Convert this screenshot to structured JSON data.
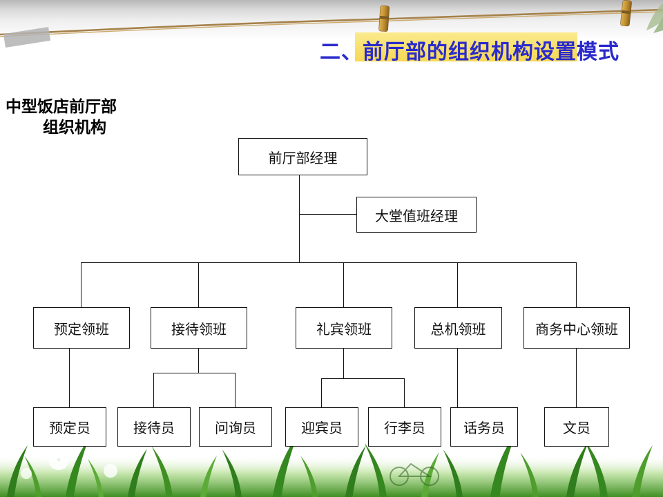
{
  "slide": {
    "title": "二、前厅部的组织机构设置模式",
    "label_line1": "中型饭店前厅部",
    "label_line2": "组织机构"
  },
  "org_chart": {
    "type": "org-tree",
    "root": "前厅部经理",
    "assistant": "大堂值班经理",
    "supervisors": [
      "预定领班",
      "接待领班",
      "礼宾领班",
      "总机领班",
      "商务中心领班"
    ],
    "staff": [
      "预定员",
      "接待员",
      "问询员",
      "迎宾员",
      "行李员",
      "话务员",
      "文员"
    ],
    "links": [
      {
        "from": "前厅部经理",
        "assistant": "大堂值班经理"
      },
      {
        "from": "前厅部经理",
        "to": [
          "预定领班",
          "接待领班",
          "礼宾领班",
          "总机领班",
          "商务中心领班"
        ]
      },
      {
        "from": "预定领班",
        "to": [
          "预定员"
        ]
      },
      {
        "from": "接待领班",
        "to": [
          "接待员",
          "问询员"
        ]
      },
      {
        "from": "礼宾领班",
        "to": [
          "迎宾员",
          "行李员"
        ]
      },
      {
        "from": "总机领班",
        "to": [
          "话务员"
        ]
      },
      {
        "from": "商务中心领班",
        "to": [
          "文员"
        ]
      }
    ]
  },
  "colors": {
    "title_text": "#2a2acc",
    "title_highlight": "#f5d854",
    "box_border": "#141414",
    "box_fill": "#ffffff",
    "rope_brown": "#a5814a",
    "grass_green": "#4f9d2d"
  },
  "icons": {
    "top": [
      "rope-icon",
      "clothespin-icon",
      "clothespin-icon",
      "tape-icon",
      "leaf-icon"
    ],
    "bottom": [
      "grass-icon",
      "dandelion-icon"
    ]
  }
}
